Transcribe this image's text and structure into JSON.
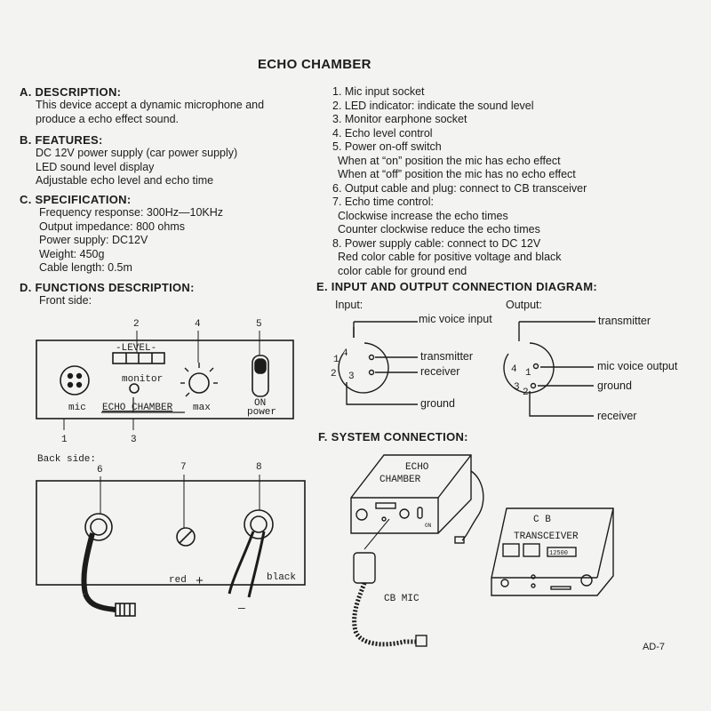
{
  "title": "ECHO CHAMBER",
  "sections": {
    "a": {
      "heading": "A. DESCRIPTION:",
      "lines": [
        "This device accept a dynamic microphone and",
        "produce a echo effect sound."
      ]
    },
    "b": {
      "heading": "B. FEATURES:",
      "lines": [
        "DC 12V power supply (car power supply)",
        "LED sound level display",
        "Adjustable echo level and echo time"
      ]
    },
    "c": {
      "heading": "C. SPECIFICATION:",
      "lines": [
        "Frequency response:  300Hz—10KHz",
        "Output impedance:  800 ohms",
        "Power supply:  DC12V",
        "Weight:  450g",
        "Cable length:  0.5m"
      ]
    },
    "d": {
      "heading": "D. FUNCTIONS DESCRIPTION:",
      "front_label": "Front side:",
      "back_label": "Back side:"
    },
    "e": {
      "heading": "E. INPUT AND OUTPUT CONNECTION DIAGRAM:"
    },
    "f": {
      "heading": "F. SYSTEM CONNECTION:"
    }
  },
  "list_items": [
    "1.  Mic input socket",
    "2.  LED indicator:  indicate the sound level",
    "3.  Monitor earphone socket",
    "4.  Echo level control",
    "5.  Power on-off switch",
    "      When at “on” position the mic has echo effect",
    "      When at “off” position the mic has no echo effect",
    "6.  Output cable and plug:  connect to CB transceiver",
    "7.  Echo time control:",
    "      Clockwise increase the echo times",
    "      Counter clockwise reduce the echo times",
    "8.  Power supply cable:  connect to DC 12V",
    "      Red color cable for positive voltage and black",
    "      color cable for ground end"
  ],
  "front_panel": {
    "level_label": "-LEVEL-",
    "monitor_label": "monitor",
    "mic_label": "mic",
    "brand_label": "ECHO CHAMBER",
    "max_label": "max",
    "on_label": "ON",
    "power_label": "power",
    "callouts": [
      "1",
      "2",
      "3",
      "4",
      "5"
    ]
  },
  "back_panel": {
    "callouts": [
      "6",
      "7",
      "8"
    ],
    "red_label": "red",
    "plus_label": "+",
    "black_label": "black",
    "minus_label": "—"
  },
  "connection": {
    "input_label": "Input:",
    "output_label": "Output:",
    "input_pins": [
      "1",
      "4",
      "2",
      "3"
    ],
    "output_pins": [
      "4",
      "1",
      "3",
      "2"
    ],
    "in_mic_voice_input": "mic voice input",
    "in_transmitter": "transmitter",
    "in_receiver": "receiver",
    "in_ground": "ground",
    "out_transmitter": "transmitter",
    "out_mic_voice_output": "mic voice output",
    "out_ground": "ground",
    "out_receiver": "receiver"
  },
  "system": {
    "echo_box_label_1": "ECHO",
    "echo_box_label_2": "CHAMBER",
    "cb_label_1": "C B",
    "cb_label_2": "TRANSCEIVER",
    "cb_display": "12500",
    "cb_mic_label": "CB MIC",
    "on_mark": "ON"
  },
  "footer_tag": "AD-7"
}
